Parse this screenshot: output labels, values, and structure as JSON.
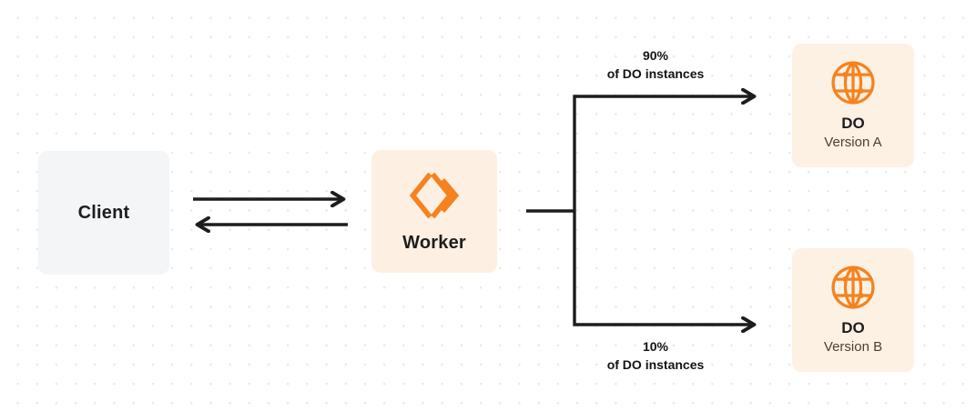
{
  "diagram": {
    "background": {
      "color": "#ffffff",
      "dot_color": "#e8e8ea",
      "pattern": "dot-grid"
    },
    "colors": {
      "client_fill": "#f4f5f7",
      "worker_fill": "#fdf0e3",
      "do_fill": "#fdf1e4",
      "accent_orange": "#f6821f",
      "arrow_dark": "#1d1d1d",
      "text_dark": "#1d1d1d",
      "text_sub": "#4a3f33"
    },
    "nodes": {
      "client": {
        "title": "Client",
        "icon": ""
      },
      "worker": {
        "title": "Worker",
        "icon": "cloudflare-workers-icon"
      },
      "do_a": {
        "title": "DO",
        "subtitle": "Version A",
        "icon": "globe-icon"
      },
      "do_b": {
        "title": "DO",
        "subtitle": "Version B",
        "icon": "globe-icon"
      }
    },
    "edges": {
      "client_to_worker": {
        "direction": "right",
        "label": ""
      },
      "worker_to_client": {
        "direction": "left",
        "label": ""
      },
      "worker_to_do_a": {
        "percent": "90%",
        "description": "of DO instances"
      },
      "worker_to_do_b": {
        "percent": "10%",
        "description": "of DO instances"
      }
    }
  }
}
